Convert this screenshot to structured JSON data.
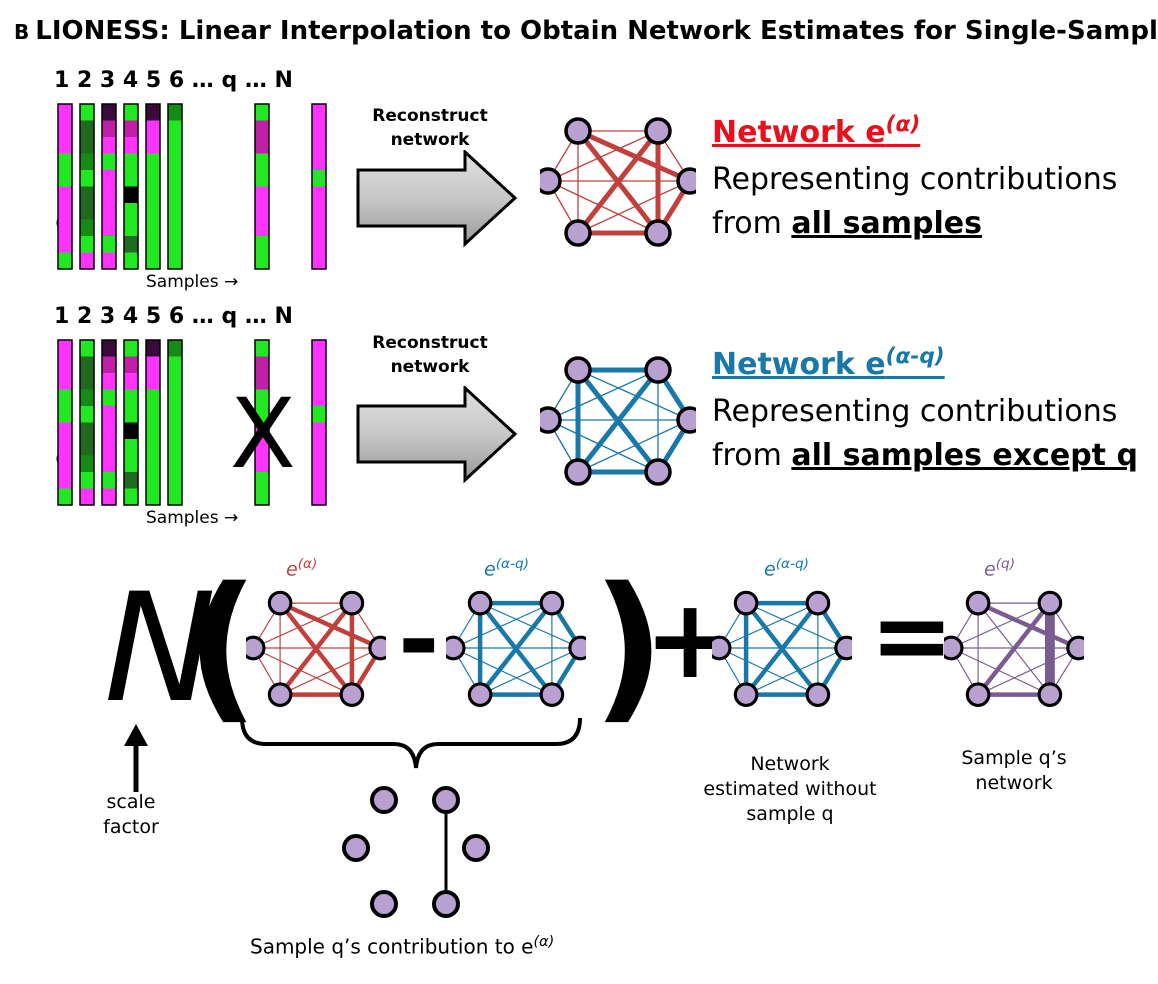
{
  "title": {
    "letter": "B",
    "text": "LIONESS: Linear Interpolation to Obtain Network Estimates for Single-Samples"
  },
  "panel_top": {
    "columns": "1 2 3 4 5 6 … q … N",
    "genes_label": "Genes →",
    "samples_label": "Samples →",
    "arrow_label": "Reconstruct network",
    "network_title": "Network e",
    "network_sup": "(α)",
    "desc_line1": "Representing contributions",
    "desc_prefix": "from ",
    "desc_bold": "all samples"
  },
  "panel_bottom": {
    "columns": "1 2 3 4 5 6 … q … N",
    "genes_label": "Genes →",
    "samples_label": "Samples →",
    "excluded_mark": "X",
    "arrow_label": "Reconstruct network",
    "network_title": "Network e",
    "network_sup": "(α-q)",
    "desc_line1": "Representing contributions",
    "desc_prefix": "from ",
    "desc_bold": "all samples except q"
  },
  "equation": {
    "scale_symbol": "N",
    "open_paren": "(",
    "minus": "-",
    "close_paren": ")",
    "plus": "+",
    "equals": "=",
    "net1_label": "e",
    "net1_sup": "(α)",
    "net2_label": "e",
    "net2_sup": "(α-q)",
    "net3_label": "e",
    "net3_sup": "(α-q)",
    "net4_label": "e",
    "net4_sup": "(q)",
    "scale_caption": "scale factor",
    "contribution_caption": "Sample q’s contribution to e",
    "contribution_sup": "(α)",
    "without_caption": "Network estimated without sample q",
    "sample_caption": "Sample q’s network"
  },
  "colors": {
    "magenta": "#ff33ff",
    "green": "#22e822",
    "dark_green": "#1e6b1e",
    "mid_green": "#148c14",
    "dark_purple": "#3a0a3a",
    "pink_dark": "#c020a8",
    "black": "#000000",
    "red_title": "#e8101a",
    "red_net": "#c1403c",
    "blue": "#1878a8",
    "purple_net": "#7a5c91",
    "node": "#b8a0d0"
  }
}
